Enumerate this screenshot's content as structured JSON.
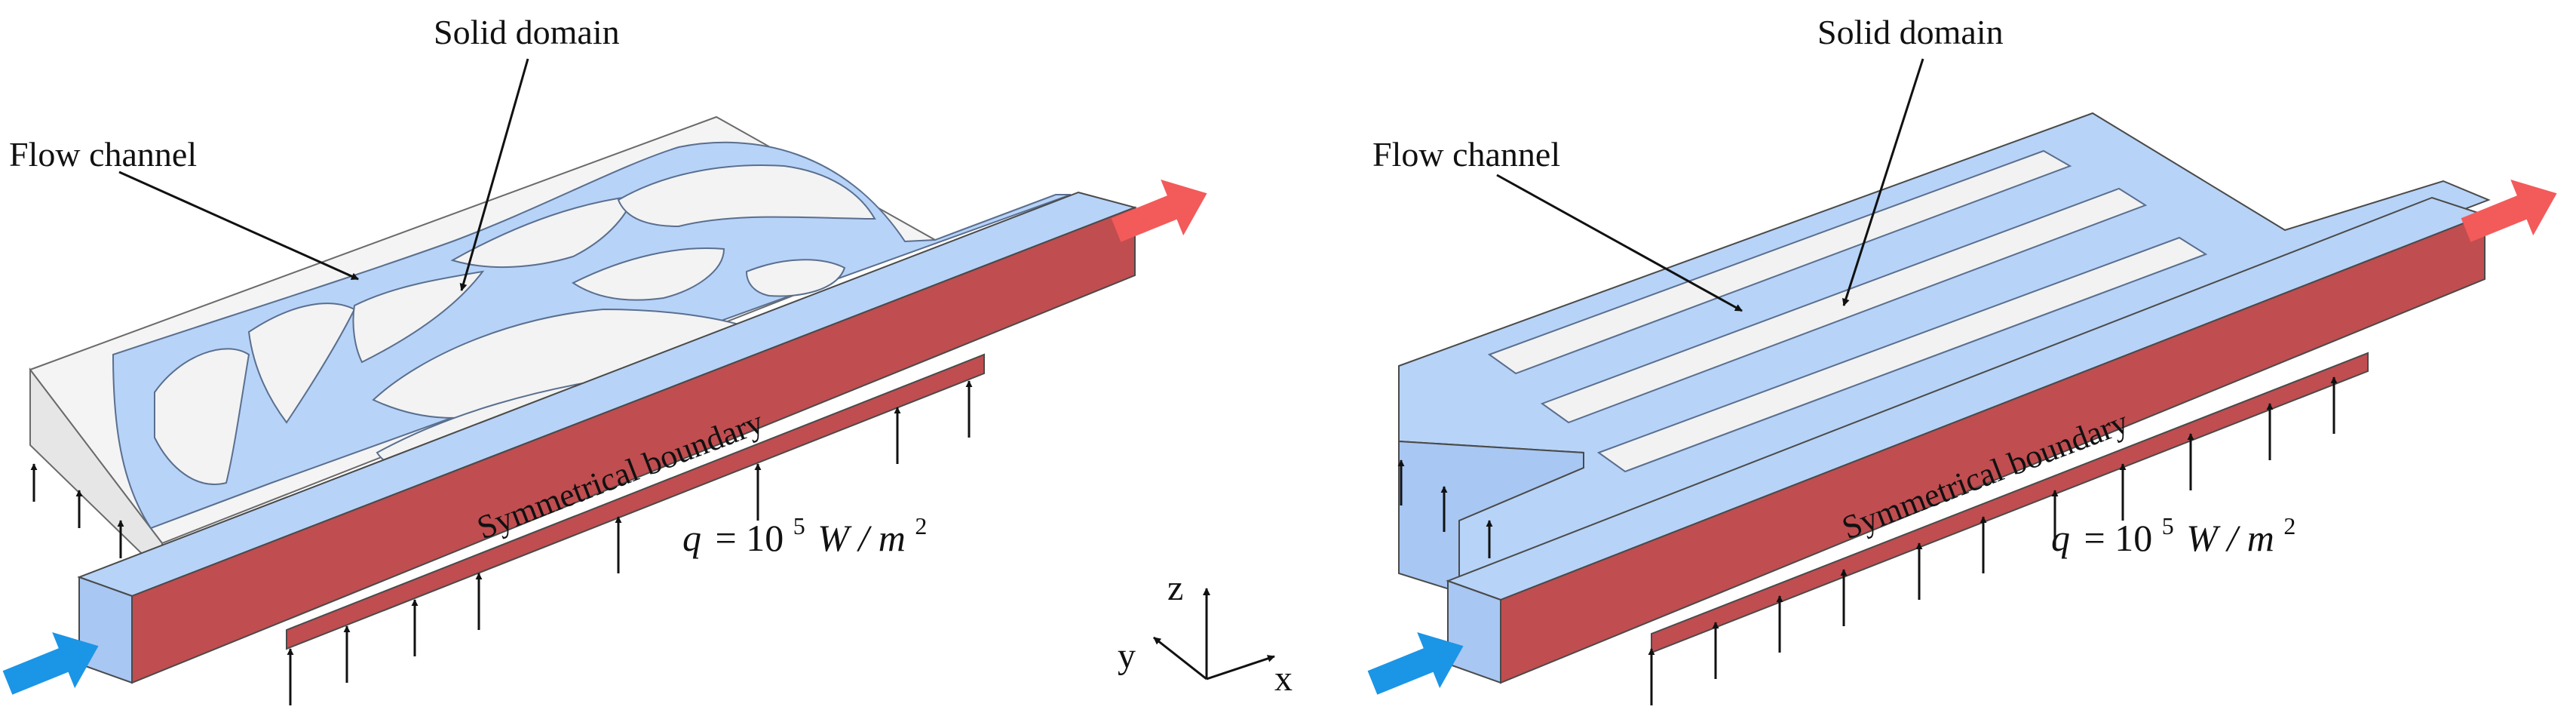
{
  "left_panel": {
    "solid_label": "Solid domain",
    "flow_label": "Flow channel",
    "boundary_label": "Symmetrical boundary",
    "heat_flux": {
      "symbol": "q",
      "equals": "= 10",
      "exponent": "5",
      "unit": "W / m",
      "unit_exp": "2"
    }
  },
  "right_panel": {
    "solid_label": "Solid domain",
    "flow_label": "Flow channel",
    "boundary_label": "Symmetrical boundary",
    "heat_flux": {
      "symbol": "q",
      "equals": "= 10",
      "exponent": "5",
      "unit": "W / m",
      "unit_exp": "2"
    }
  },
  "axes": {
    "z": "z",
    "y": "y",
    "x": "x"
  },
  "colors": {
    "channel_top": "#b7d3f7",
    "channel_side": "#c04d50",
    "solid": "#f2f2f2",
    "inlet_arrow": "#1b95e6",
    "outlet_arrow": "#f35a5a",
    "outline": "#4a4a4a"
  }
}
